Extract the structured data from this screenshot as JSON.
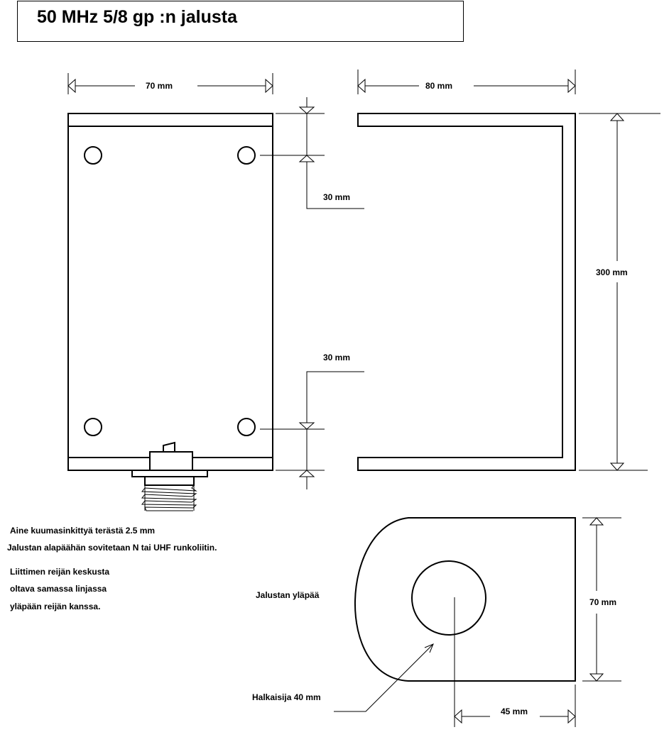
{
  "title": "50 MHz 5/8 gp :n jalusta",
  "dimensions": {
    "plate_width": "70 mm",
    "profile_width": "80 mm",
    "hole_offset_top": "30 mm",
    "hole_offset_bottom": "30 mm",
    "height": "300 mm",
    "top_width": "70 mm",
    "hole_center": "45 mm",
    "diameter": "Halkaisija 40 mm"
  },
  "labels": {
    "top_view": "Jalustan yläpää"
  },
  "notes": [
    "Aine kuumasinkittyä terästä 2.5 mm",
    "Jalustan alapäähän sovitetaan N tai UHF runkoliitin.",
    "Liittimen reijän keskusta",
    "oltava samassa linjassa",
    "yläpään reijän kanssa."
  ]
}
